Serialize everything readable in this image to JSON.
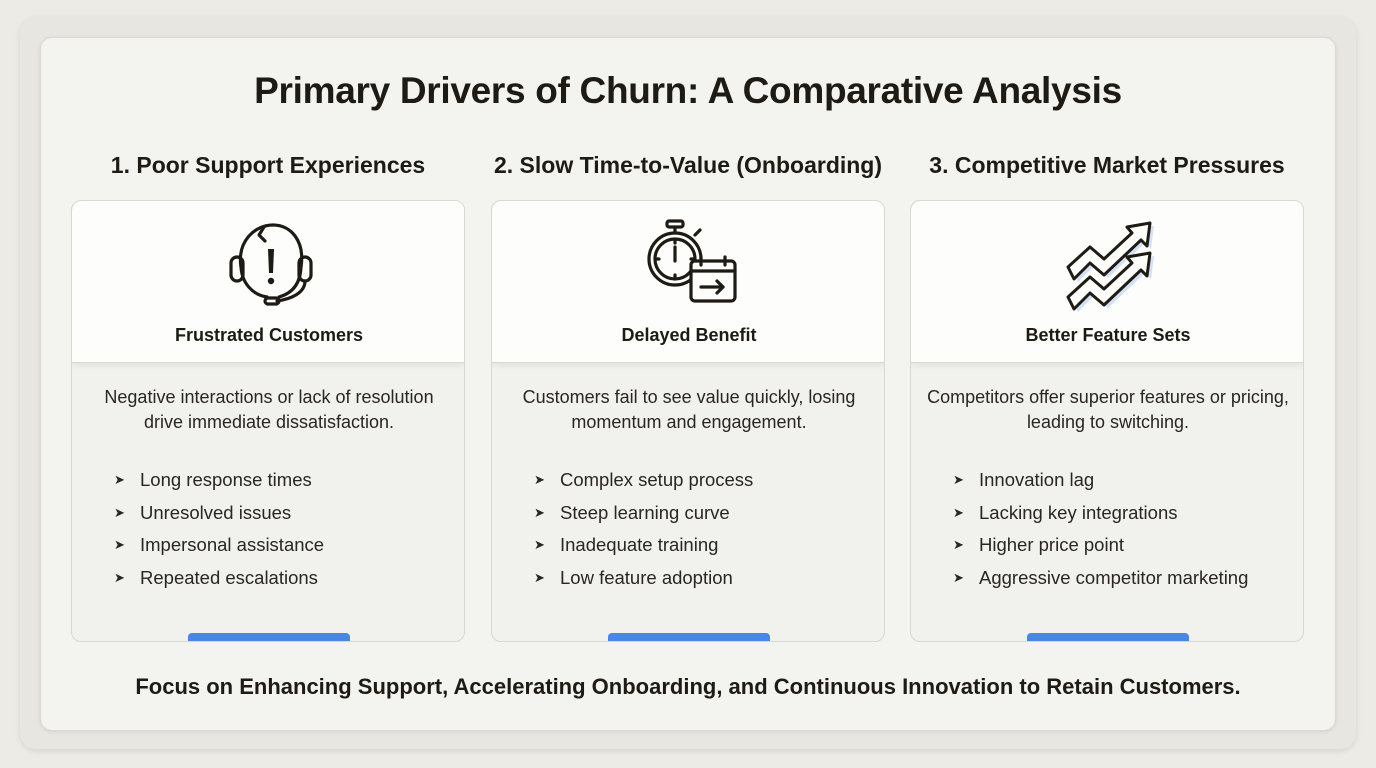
{
  "title": "Primary Drivers of Churn: A Comparative Analysis",
  "accent_color": "#4a86e8",
  "columns": [
    {
      "heading": "1. Poor Support Experiences",
      "icon": "headset-alert-icon",
      "label": "Frustrated Customers",
      "description": "Negative interactions or lack of resolution drive immediate dissatisfaction.",
      "bullets": [
        "Long response times",
        "Unresolved issues",
        "Impersonal assistance",
        "Repeated escalations"
      ]
    },
    {
      "heading": "2. Slow Time-to-Value (Onboarding)",
      "icon": "stopwatch-calendar-icon",
      "label": "Delayed Benefit",
      "description": "Customers fail to see value quickly, losing momentum and engagement.",
      "bullets": [
        "Complex setup process",
        "Steep learning curve",
        "Inadequate training",
        "Low feature adoption"
      ]
    },
    {
      "heading": "3. Competitive Market Pressures",
      "icon": "trend-arrows-icon",
      "label": "Better Feature Sets",
      "description": "Competitors offer superior features or pricing, leading to switching.",
      "bullets": [
        "Innovation lag",
        "Lacking key integrations",
        "Higher price point",
        "Aggressive competitor marketing"
      ]
    }
  ],
  "footer": "Focus on Enhancing Support, Accelerating Onboarding, and Continuous Innovation to Retain Customers."
}
